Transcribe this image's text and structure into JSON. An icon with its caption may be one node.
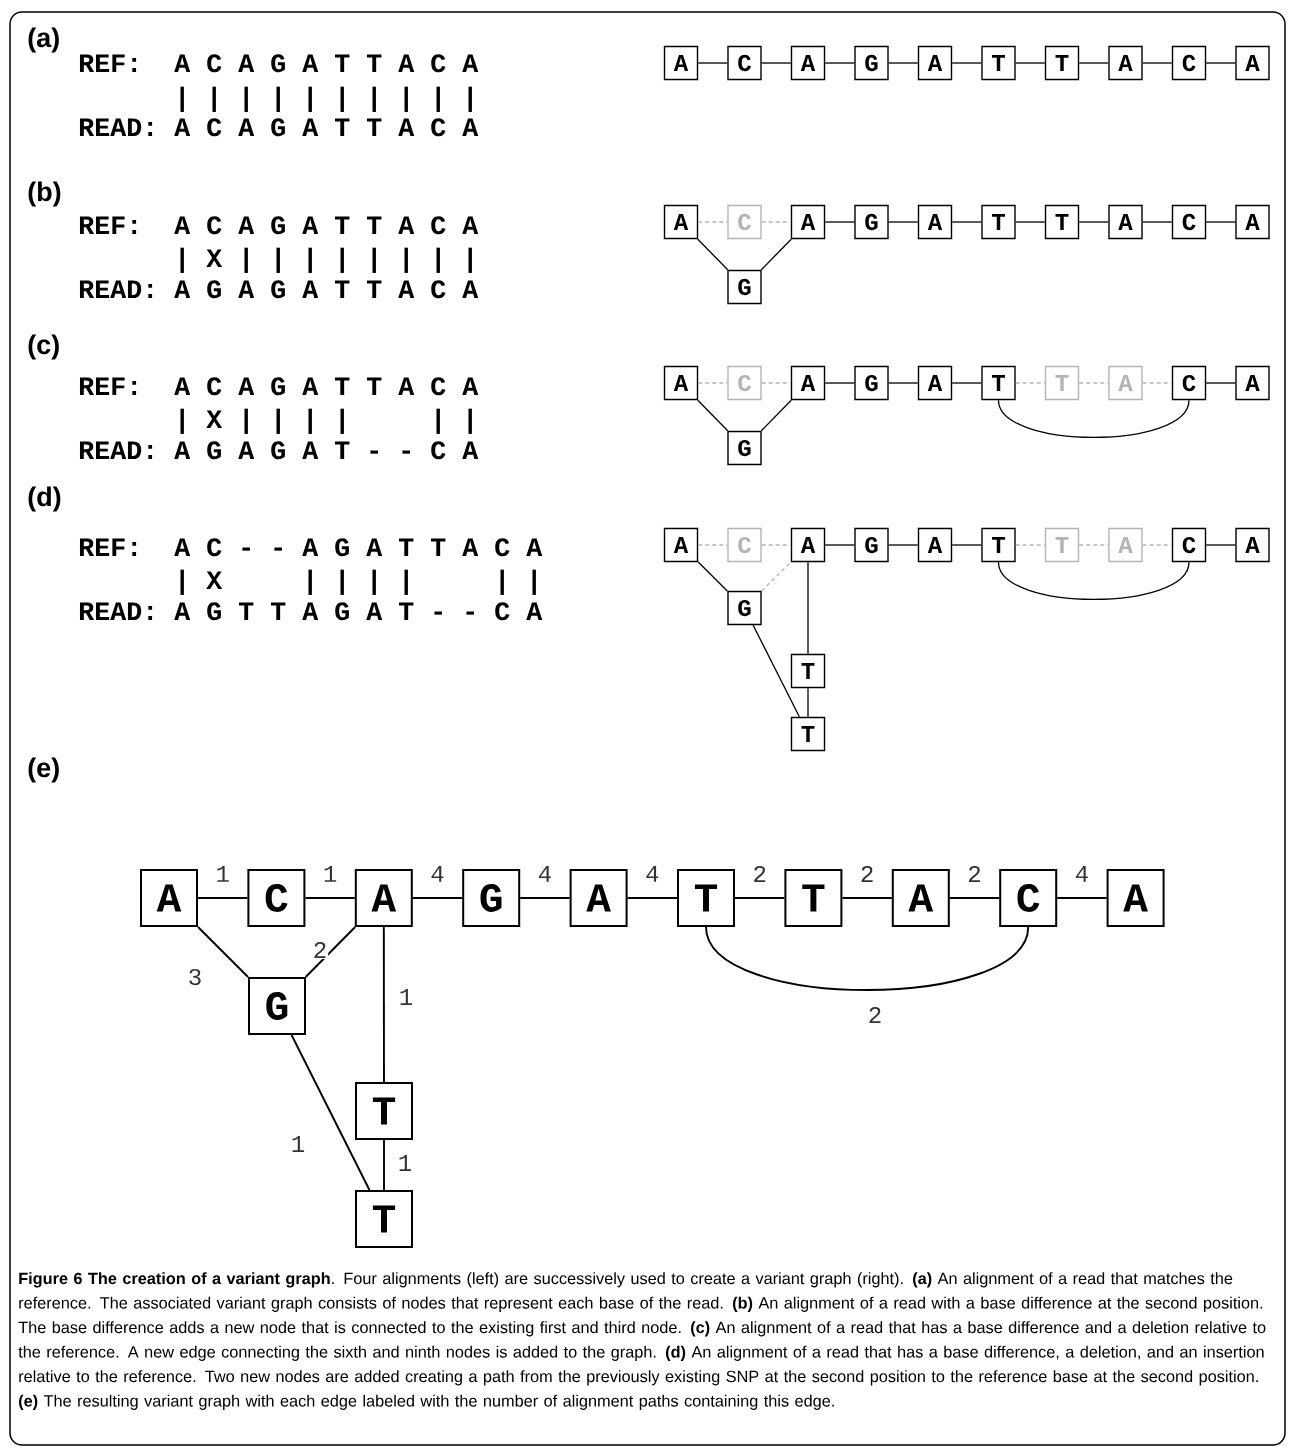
{
  "diagram": {
    "caption": "**Figure 6 The creation of a variant graph**. Four alignments (left) are successively used to create a variant graph (right). **(a)** An alignment of a read that matches the reference. The associated variant graph consists of nodes that represent each base of the read. **(b)** An alignment of a read with a base difference at the second position. The base difference adds a new node that is connected to the existing first and third node. **(c)** An alignment of a read that has a base difference and a deletion relative to the reference. A new edge connecting the sixth and ninth nodes is added to the graph. **(d)** An alignment of a read that has a base difference, a deletion, and an insertion relative to the reference. Two new nodes are added creating a path from the previously existing SNP at the second position to the reference base at the second position. **(e)** The resulting variant graph with each edge labeled with the number of alignment paths containing this edge.",
    "nodes": [
      {
        "text": [
          "A"
        ]
      },
      {
        "text": [
          "C"
        ]
      },
      {
        "text": [
          "A"
        ]
      },
      {
        "text": [
          "G"
        ]
      },
      {
        "text": [
          "A"
        ]
      },
      {
        "text": [
          "T"
        ]
      },
      {
        "text": [
          "T"
        ]
      },
      {
        "text": [
          "A"
        ]
      },
      {
        "text": [
          "C"
        ]
      },
      {
        "text": [
          "A"
        ]
      },
      {
        "text": [
          "A"
        ]
      },
      {
        "text": [
          "C"
        ]
      },
      {
        "text": [
          "A"
        ]
      },
      {
        "text": [
          "G"
        ]
      },
      {
        "text": [
          "A"
        ]
      },
      {
        "text": [
          "T"
        ]
      },
      {
        "text": [
          "T"
        ]
      },
      {
        "text": [
          "A"
        ]
      },
      {
        "text": [
          "C"
        ]
      },
      {
        "text": [
          "A"
        ]
      },
      {
        "text": [
          "G"
        ]
      },
      {
        "text": [
          "A"
        ]
      },
      {
        "text": [
          "C"
        ]
      },
      {
        "text": [
          "A"
        ]
      },
      {
        "text": [
          "G"
        ]
      },
      {
        "text": [
          "A"
        ]
      },
      {
        "text": [
          "T"
        ]
      },
      {
        "text": [
          "T"
        ]
      },
      {
        "text": [
          "A"
        ]
      },
      {
        "text": [
          "C"
        ]
      },
      {
        "text": [
          "A"
        ]
      },
      {
        "text": [
          "G"
        ]
      },
      {
        "text": [
          "A"
        ]
      },
      {
        "text": [
          "C"
        ]
      },
      {
        "text": [
          "A"
        ]
      },
      {
        "text": [
          "G"
        ]
      },
      {
        "text": [
          "A"
        ]
      },
      {
        "text": [
          "T"
        ]
      },
      {
        "text": [
          "T"
        ]
      },
      {
        "text": [
          "A"
        ]
      },
      {
        "text": [
          "C"
        ]
      },
      {
        "text": [
          "A"
        ]
      },
      {
        "text": [
          "G"
        ]
      },
      {
        "text": [
          "T"
        ]
      },
      {
        "text": [
          "T"
        ]
      },
      {
        "text": [
          "A"
        ]
      },
      {
        "text": [
          "C"
        ]
      },
      {
        "text": [
          "A"
        ]
      },
      {
        "text": [
          "G"
        ]
      },
      {
        "text": [
          "A"
        ]
      },
      {
        "text": [
          "T"
        ]
      },
      {
        "text": [
          "T"
        ]
      },
      {
        "text": [
          "A"
        ]
      },
      {
        "text": [
          "C"
        ]
      },
      {
        "text": [
          "A"
        ]
      },
      {
        "text": [
          "G"
        ]
      },
      {
        "text": [
          "T"
        ]
      },
      {
        "text": [
          "T"
        ]
      }
    ],
    "edges": [
      {
        "from": 0,
        "to": 1,
        "arrow": "none"
      },
      {
        "from": 1,
        "to": 2,
        "arrow": "none"
      },
      {
        "from": 2,
        "to": 3,
        "arrow": "none"
      },
      {
        "from": 3,
        "to": 4,
        "arrow": "none"
      },
      {
        "from": 4,
        "to": 5,
        "arrow": "none"
      },
      {
        "from": 5,
        "to": 6,
        "arrow": "none"
      },
      {
        "from": 6,
        "to": 7,
        "arrow": "none"
      },
      {
        "from": 7,
        "to": 8,
        "arrow": "none"
      },
      {
        "from": 8,
        "to": 9,
        "arrow": "none"
      },
      {
        "from": 10,
        "to": 11,
        "arrow": "none",
        "style": "dashed",
        "color": "#b4b4b4"
      },
      {
        "from": 11,
        "to": 12,
        "arrow": "none",
        "style": "dashed",
        "color": "#b4b4b4"
      },
      {
        "from": 12,
        "to": 13,
        "arrow": "none"
      },
      {
        "from": 13,
        "to": 14,
        "arrow": "none"
      },
      {
        "from": 14,
        "to": 15,
        "arrow": "none"
      },
      {
        "from": 15,
        "to": 16,
        "arrow": "none"
      },
      {
        "from": 16,
        "to": 17,
        "arrow": "none"
      },
      {
        "from": 17,
        "to": 18,
        "arrow": "none"
      },
      {
        "from": 18,
        "to": 19,
        "arrow": "none"
      },
      {
        "from": 10,
        "to": 20,
        "arrow": "none"
      },
      {
        "from": 20,
        "to": 12,
        "arrow": "none"
      },
      {
        "from": 21,
        "to": 22,
        "arrow": "none",
        "style": "dashed",
        "color": "#b4b4b4"
      },
      {
        "from": 22,
        "to": 23,
        "arrow": "none",
        "style": "dashed",
        "color": "#b4b4b4"
      },
      {
        "from": 23,
        "to": 24,
        "arrow": "none"
      },
      {
        "from": 24,
        "to": 25,
        "arrow": "none"
      },
      {
        "from": 25,
        "to": 26,
        "arrow": "none"
      },
      {
        "from": 26,
        "to": 27,
        "arrow": "none",
        "style": "dashed",
        "color": "#b4b4b4"
      },
      {
        "from": 27,
        "to": 28,
        "arrow": "none",
        "style": "dashed",
        "color": "#b4b4b4"
      },
      {
        "from": 28,
        "to": 29,
        "arrow": "none",
        "style": "dashed",
        "color": "#b4b4b4"
      },
      {
        "from": 29,
        "to": 30,
        "arrow": "none"
      },
      {
        "from": 21,
        "to": 31,
        "arrow": "none"
      },
      {
        "from": 31,
        "to": 23,
        "arrow": "none"
      },
      {
        "from": 26,
        "to": 29,
        "arrow": "none"
      },
      {
        "from": 32,
        "to": 33,
        "arrow": "none",
        "style": "dashed",
        "color": "#b4b4b4"
      },
      {
        "from": 33,
        "to": 34,
        "arrow": "none",
        "style": "dashed",
        "color": "#b4b4b4"
      },
      {
        "from": 34,
        "to": 35,
        "arrow": "none"
      },
      {
        "from": 35,
        "to": 36,
        "arrow": "none"
      },
      {
        "from": 36,
        "to": 37,
        "arrow": "none"
      },
      {
        "from": 37,
        "to": 38,
        "arrow": "none",
        "style": "dashed",
        "color": "#b4b4b4"
      },
      {
        "from": 38,
        "to": 39,
        "arrow": "none",
        "style": "dashed",
        "color": "#b4b4b4"
      },
      {
        "from": 39,
        "to": 40,
        "arrow": "none",
        "style": "dashed",
        "color": "#b4b4b4"
      },
      {
        "from": 40,
        "to": 41,
        "arrow": "none"
      },
      {
        "from": 32,
        "to": 42,
        "arrow": "none"
      },
      {
        "from": 42,
        "to": 34,
        "arrow": "none",
        "style": "dashed",
        "color": "#b4b4b4"
      },
      {
        "from": 34,
        "to": 43,
        "arrow": "none"
      },
      {
        "from": 43,
        "to": 44,
        "arrow": "none"
      },
      {
        "from": 42,
        "to": 44,
        "arrow": "none"
      },
      {
        "from": 37,
        "to": 40,
        "arrow": "none"
      },
      {
        "from": 45,
        "to": 46,
        "arrow": "none",
        "label": "1"
      },
      {
        "from": 46,
        "to": 47,
        "arrow": "none",
        "label": "1"
      },
      {
        "from": 47,
        "to": 48,
        "arrow": "none",
        "label": "4"
      },
      {
        "from": 48,
        "to": 49,
        "arrow": "none",
        "label": "4"
      },
      {
        "from": 49,
        "to": 50,
        "arrow": "none",
        "label": "4"
      },
      {
        "from": 50,
        "to": 51,
        "arrow": "none",
        "label": "2"
      },
      {
        "from": 51,
        "to": 52,
        "arrow": "none",
        "label": "2"
      },
      {
        "from": 52,
        "to": 53,
        "arrow": "none",
        "label": "2"
      },
      {
        "from": 53,
        "to": 54,
        "arrow": "none",
        "label": "4"
      },
      {
        "from": 45,
        "to": 55,
        "arrow": "none",
        "label": "3"
      },
      {
        "from": 55,
        "to": 47,
        "arrow": "none",
        "label": "2"
      },
      {
        "from": 47,
        "to": 56,
        "arrow": "none",
        "label": "1"
      },
      {
        "from": 56,
        "to": 57,
        "arrow": "none",
        "label": "1"
      },
      {
        "from": 55,
        "to": 57,
        "arrow": "none",
        "label": "1"
      },
      {
        "from": 50,
        "to": 53,
        "arrow": "none",
        "label": "2"
      }
    ],
    "labels": [
      "(a)",
      "REF:",
      "A C A G A T T A C A",
      "| | | | | | | | | |",
      "READ:",
      "A C A G A T T A C A",
      "(b)",
      "REF:",
      "A C A G A T T A C A",
      "| X | | | | | | | |",
      "READ:",
      "A G A G A T T A C A",
      "(c)",
      "REF:",
      "A C A G A T T A C A",
      "| X | | | |",
      "| |",
      "READ:",
      "A G A G A T - - C A",
      "(d)",
      "REF:",
      "A C - - A G A T T A C A",
      "| X",
      "| | | |",
      "| |",
      "READ:",
      "A G T T A G A T - - C A",
      "(e)"
    ]
  }
}
